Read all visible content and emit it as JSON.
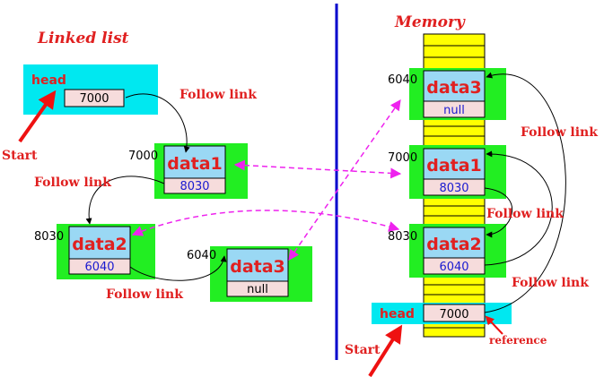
{
  "left_title": "Linked list",
  "right_title": "Memory",
  "head_label": "head",
  "head_value": "7000",
  "start_label": "Start",
  "follow_link_label": "Follow link",
  "reference_label": "reference",
  "nodes": [
    {
      "address": "7000",
      "data": "data1",
      "link": "8030"
    },
    {
      "address": "8030",
      "data": "data2",
      "link": "6040"
    },
    {
      "address": "6040",
      "data": "data3",
      "link": "null"
    }
  ],
  "colors": {
    "node_bg": "#22ee22",
    "head_bg": "#00e8f0",
    "data_cell": "#9ad8f4",
    "link_cell": "#f6dcdc",
    "memory_column": "#ffff00",
    "divider": "#0000cc",
    "red_arrow": "#ee1111",
    "dashed_arrow": "#ee22ee"
  }
}
